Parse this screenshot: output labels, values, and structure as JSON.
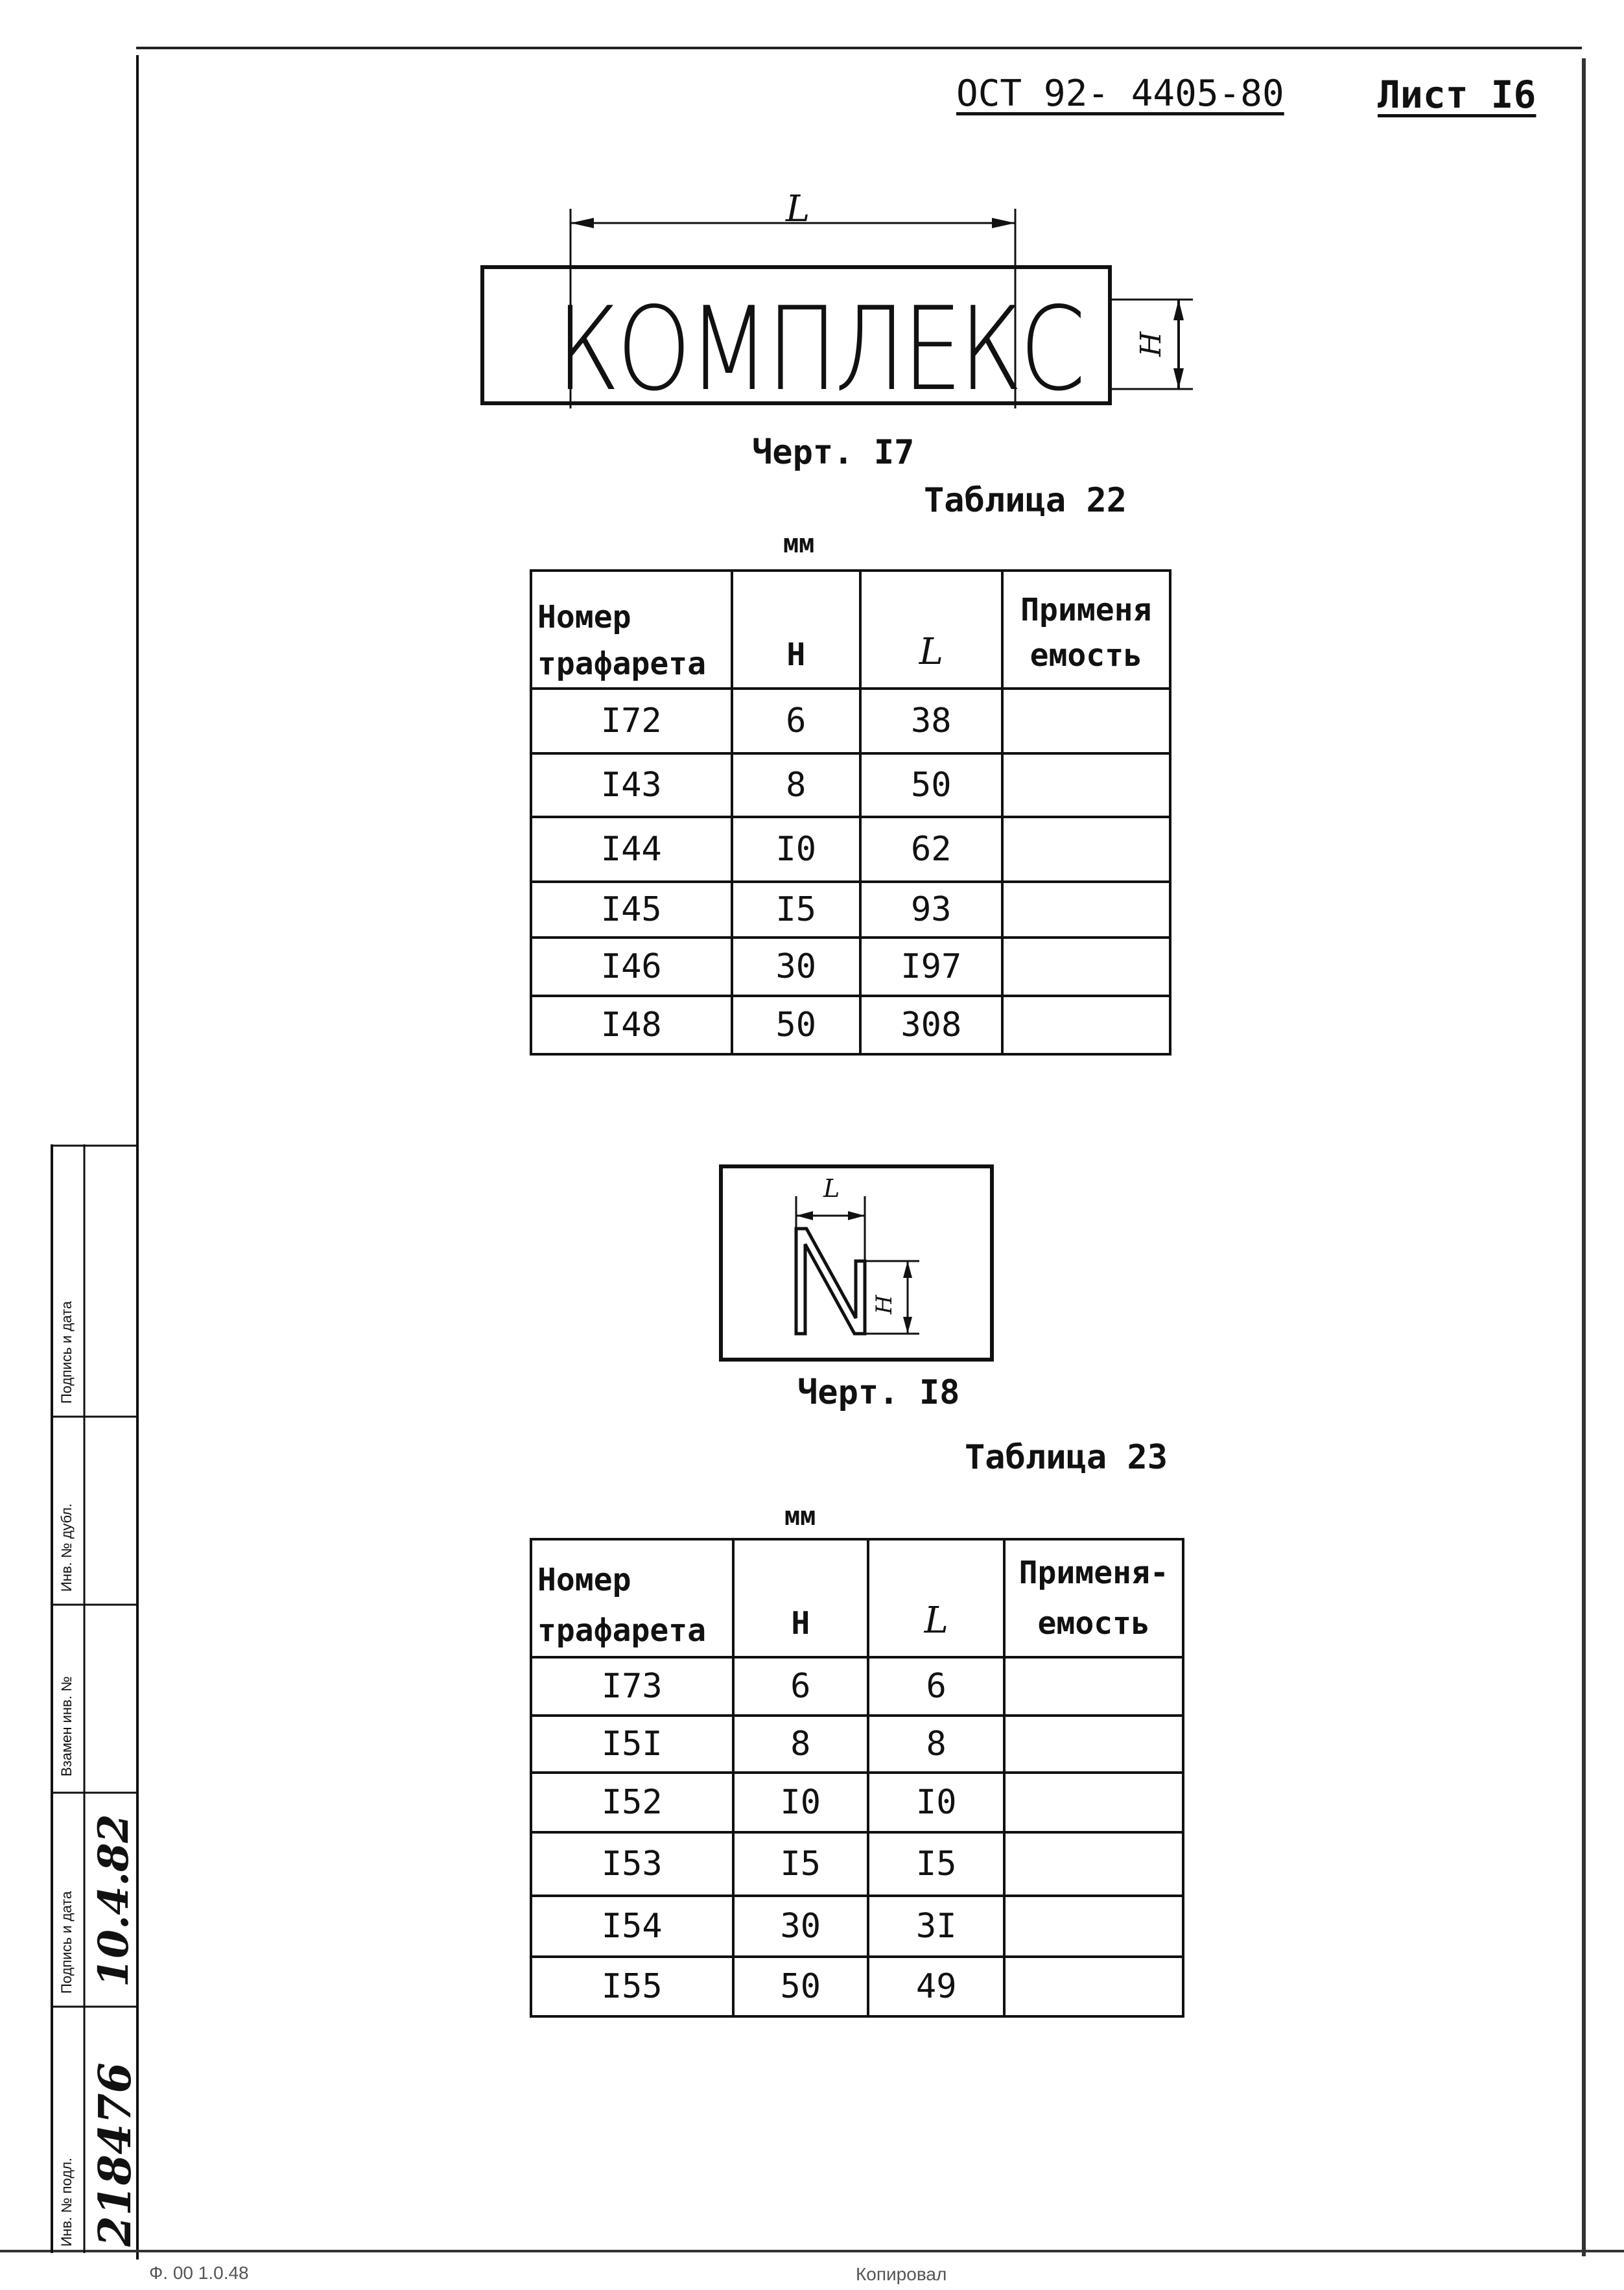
{
  "header": {
    "standard_code": "ОСТ 92- 4405-80",
    "sheet_label": "Лист I6"
  },
  "drawing17": {
    "word": "КОМПЛЕКС",
    "dim_length": "L",
    "dim_height": "H",
    "caption": "Черт. I7"
  },
  "table22": {
    "title": "Таблица 22",
    "units": "мм",
    "headers": [
      "Номер\nтрафарета",
      "H",
      "L",
      "Применя\nемость"
    ],
    "rows": [
      [
        "I72",
        "6",
        "38",
        ""
      ],
      [
        "I43",
        "8",
        "50",
        ""
      ],
      [
        "I44",
        "I0",
        "62",
        ""
      ],
      [
        "I45",
        "I5",
        "93",
        ""
      ],
      [
        "I46",
        "30",
        "I97",
        ""
      ],
      [
        "I48",
        "50",
        "308",
        ""
      ]
    ]
  },
  "drawing18": {
    "dim_length": "L",
    "dim_height": "H",
    "caption": "Черт. I8"
  },
  "table23": {
    "title": "Таблица 23",
    "units": "мм",
    "headers": [
      "Номер\nтрафарета",
      "H",
      "L",
      "Применя-\nемость"
    ],
    "rows": [
      [
        "I73",
        "6",
        "6",
        ""
      ],
      [
        "I5I",
        "8",
        "8",
        ""
      ],
      [
        "I52",
        "I0",
        "I0",
        ""
      ],
      [
        "I53",
        "I5",
        "I5",
        ""
      ],
      [
        "I54",
        "30",
        "3I",
        ""
      ],
      [
        "I55",
        "50",
        "49",
        ""
      ]
    ]
  },
  "side_stamp": {
    "labels": [
      "Подпись и дата",
      "Инв. № дубл.",
      "Взамен инв. №",
      "Подпись и дата",
      "Инв. № подл."
    ],
    "signature_date": "10.4.82",
    "inventory_number": "218476"
  },
  "footer": {
    "form_code": "Ф. 00 1.0.48",
    "copied_label": "Копировал"
  }
}
